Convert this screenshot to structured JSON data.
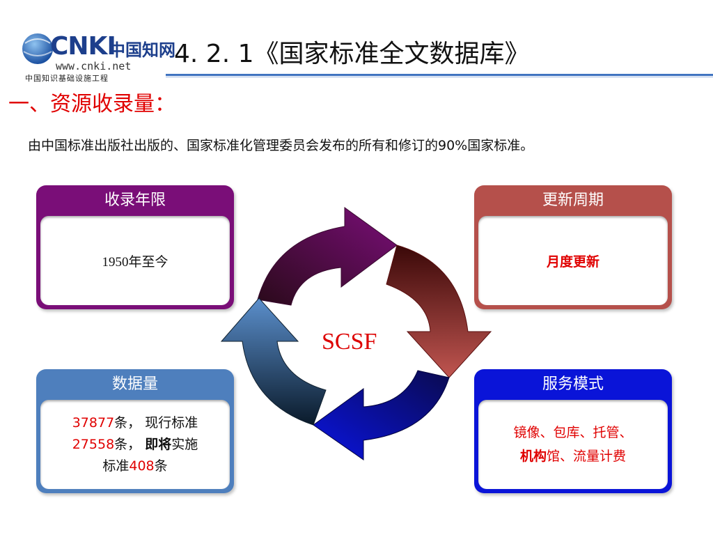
{
  "logo": {
    "brand": "CNKI",
    "chinese": "中国知网",
    "url": "www.cnki.net",
    "subtitle": "中国知识基础设施工程"
  },
  "title": "4. 2. 1《国家标准全文数据库》",
  "section_heading": "一、资源收录量：",
  "description": "由中国标准出版社出版的、国家标准化管理委员会发布的所有和修订的90%国家标准。",
  "center_label": "SCSF",
  "boxes": {
    "coverage_years": {
      "header": "收录年限",
      "content_year": "1950",
      "content_rest": "年至今",
      "color": "#7a0e78"
    },
    "update_cycle": {
      "header": "更新周期",
      "content": "月度更新",
      "color": "#b5504b"
    },
    "data_volume": {
      "header": "数据量",
      "current_count": "37877",
      "unit1": "条，",
      "current_label": "现行标准",
      "upcoming_count": "27558",
      "unit2": "条，",
      "upcoming_label_bold": "即将",
      "upcoming_label": "实施",
      "standard_label": "标准",
      "other_count": "408",
      "unit3": "条",
      "color": "#4e7fbd"
    },
    "service_mode": {
      "header": "服务模式",
      "line1": "镜像、包库、托管、",
      "line2_bold": "机构",
      "line2": "馆、流量计费",
      "color": "#0a14d8"
    }
  },
  "colors": {
    "title_rule": "#3f73c0",
    "accent_red": "#e00000",
    "arrow_purple": "#7a0e78",
    "arrow_red": "#b5504b",
    "arrow_blue": "#0a14d8",
    "arrow_steel": "#4e7fbd"
  }
}
